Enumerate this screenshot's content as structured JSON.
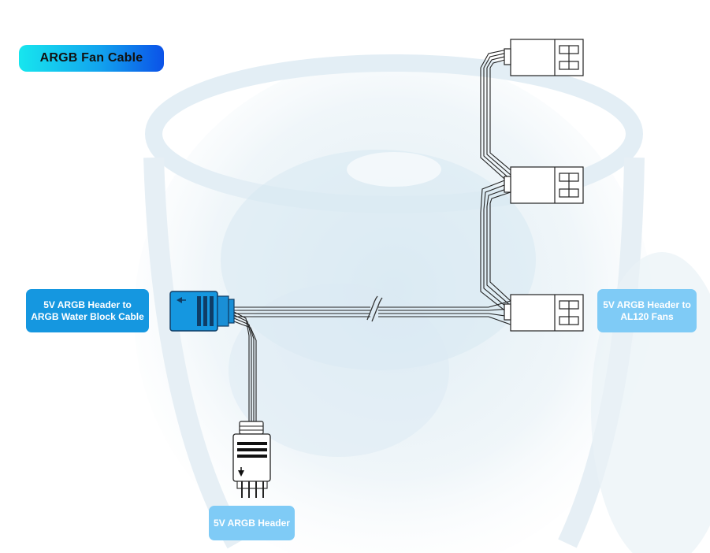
{
  "title": "ARGB Fan Cable",
  "labels": {
    "waterblock": "5V ARGB Header to ARGB Water Block Cable",
    "fans": "5V ARGB Header to AL120 Fans",
    "header": "5V ARGB Header"
  },
  "colors": {
    "title_gradient_start": "#17e6ee",
    "title_gradient_end": "#0b52e8",
    "connector_blue": "#1597e0",
    "label_dark": "#1597e0",
    "label_light": "#7fcbf6",
    "background_water": "#dcebf3"
  },
  "icons": {
    "arrow": "arrow-down-icon"
  }
}
